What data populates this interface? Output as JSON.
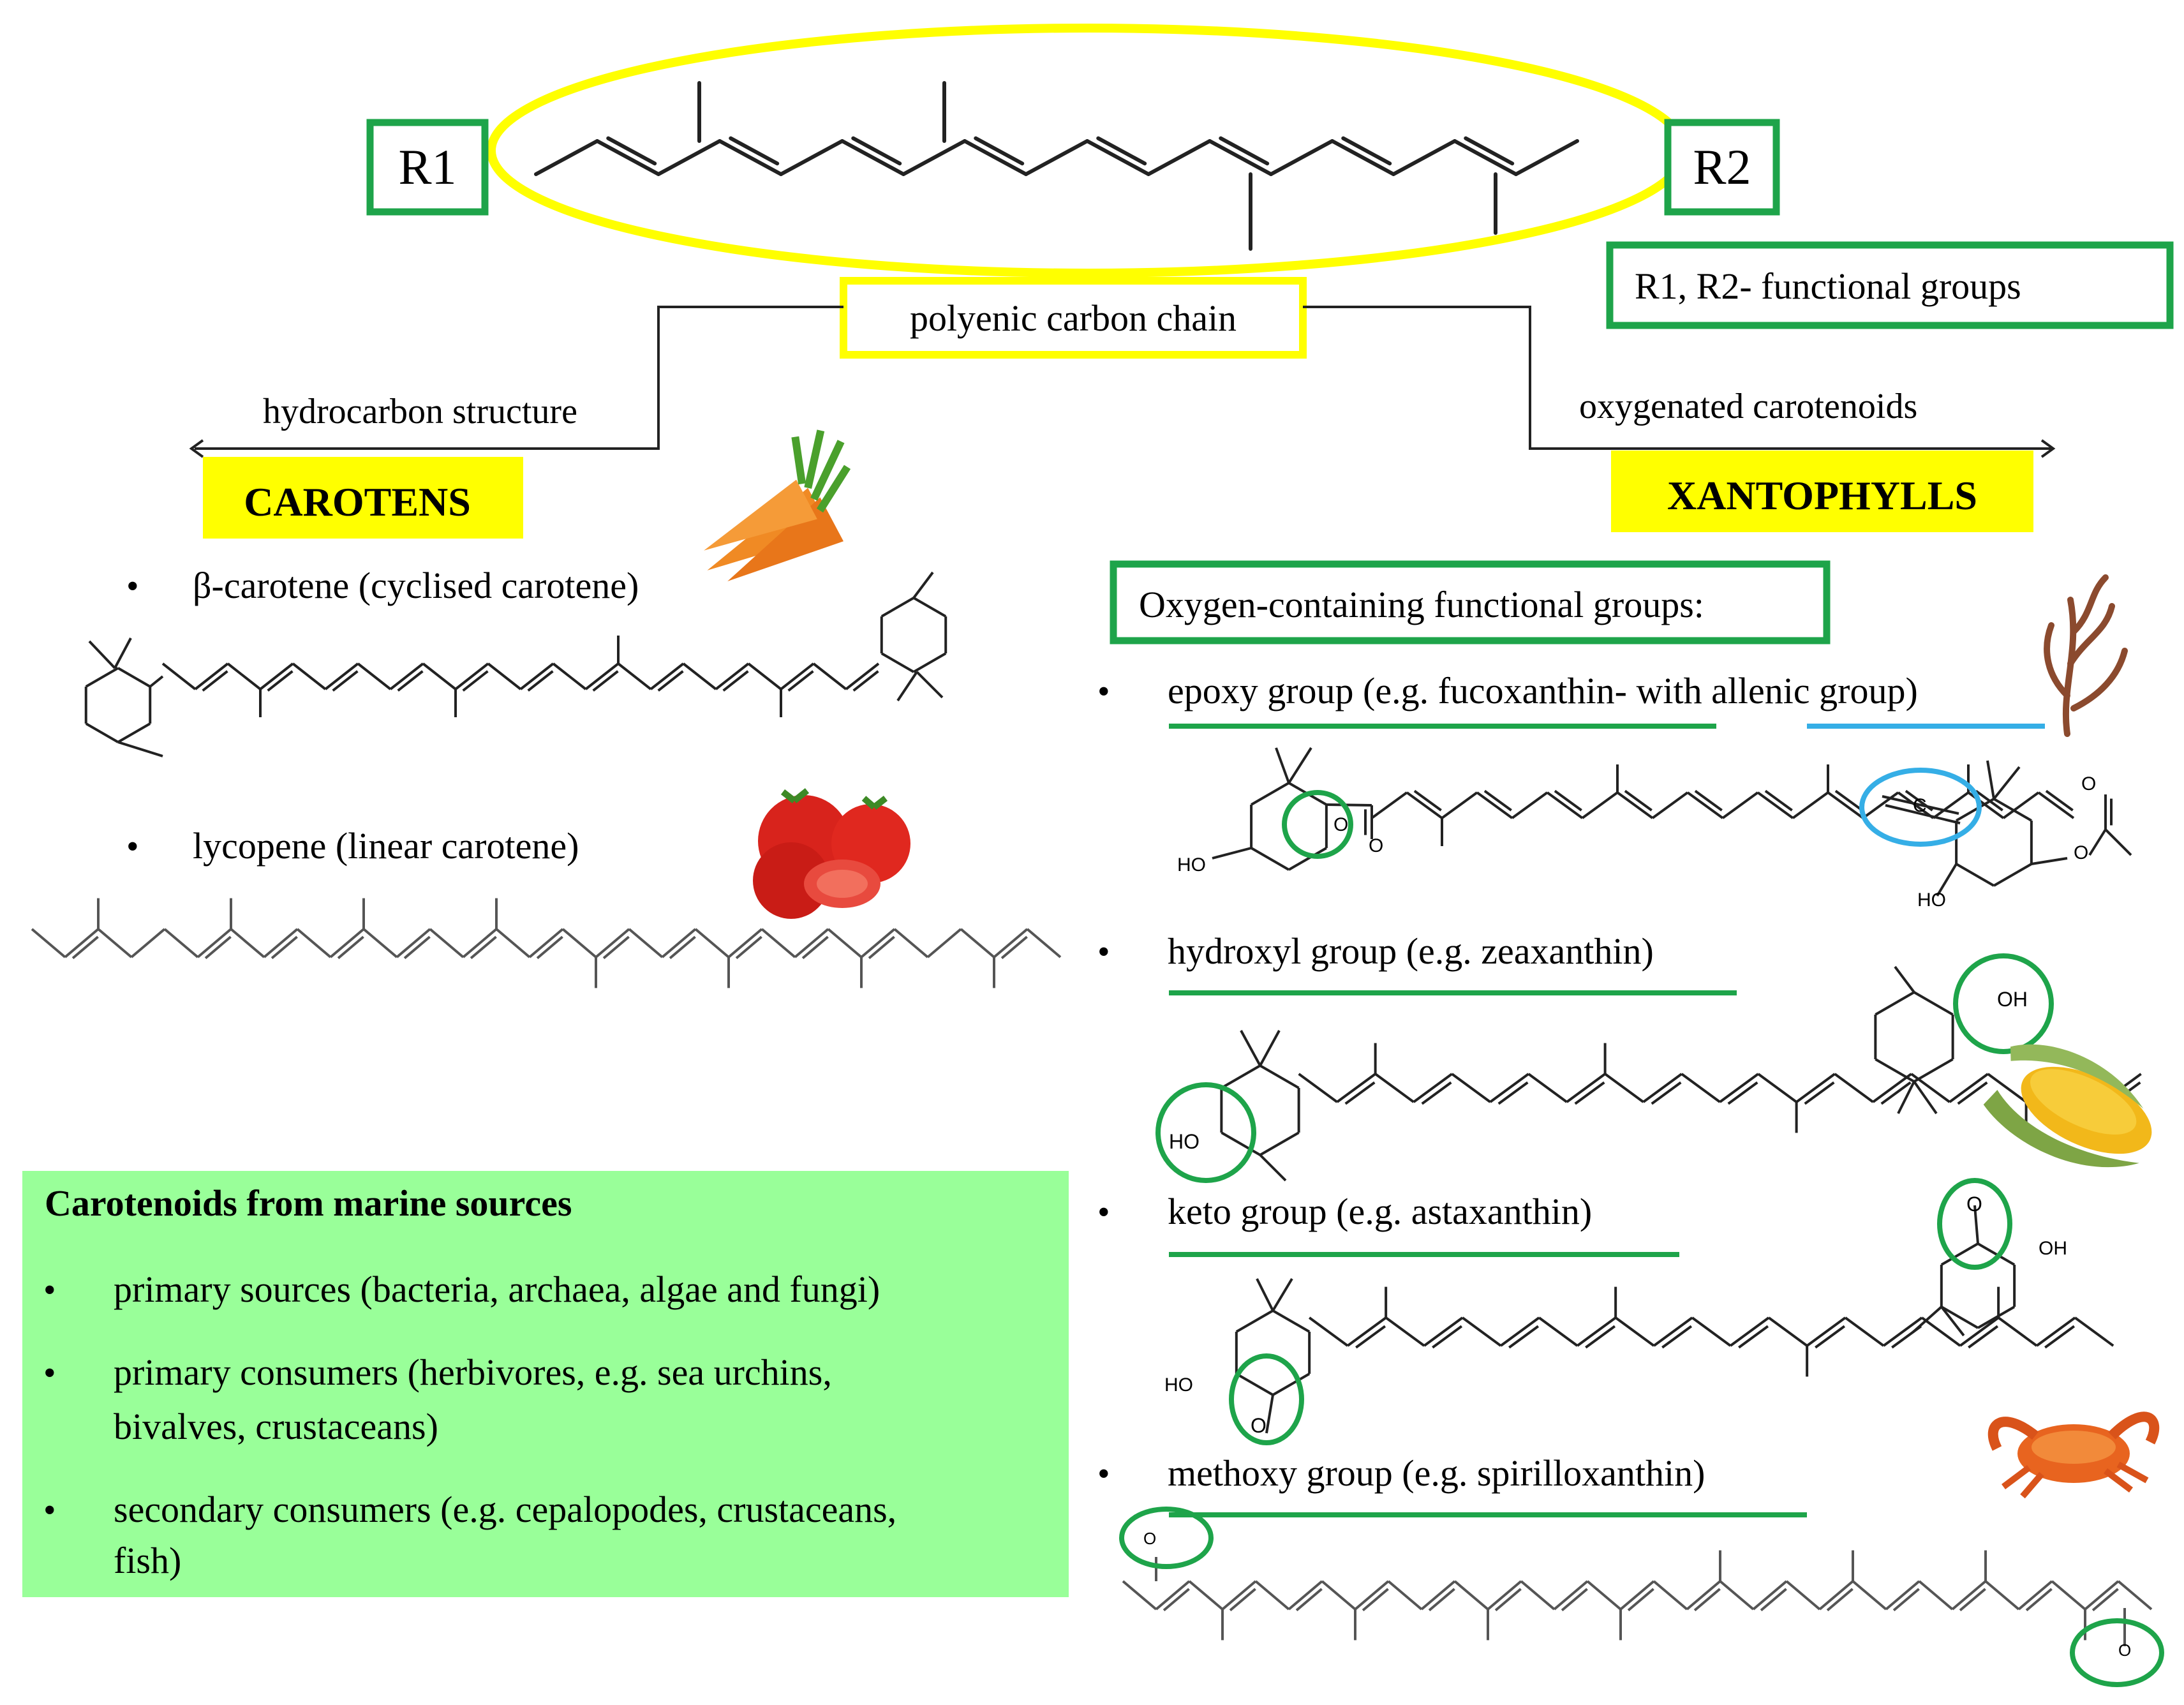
{
  "core": {
    "r1": "R1",
    "r2": "R2",
    "chain_label": "polyenic carbon chain",
    "functional_note": "R1, R2- functional groups"
  },
  "branches": {
    "left_label": "hydrocarbon structure",
    "right_label": "oxygenated carotenoids"
  },
  "carotens": {
    "title": "CAROTENS",
    "items": [
      "β-carotene (cyclised carotene)",
      "lycopene (linear carotene)"
    ]
  },
  "xantophylls": {
    "title": "XANTOPHYLLS",
    "groups_title": "Oxygen-containing functional groups:",
    "epoxy_lead": "epoxy group (e.g. fucoxanthin- with ",
    "epoxy_allenic": "allenic group)",
    "hydroxyl": "hydroxyl group (e.g. zeaxanthin)",
    "keto": "keto group (e.g. astaxanthin)",
    "methoxy": "methoxy group (e.g. spirilloxanthin)"
  },
  "marine": {
    "title": "Carotenoids from marine sources",
    "items": [
      [
        "primary sources (bacteria, archaea, algae and fungi)"
      ],
      [
        "primary consumers (herbivores, e.g. sea urchins,",
        "bivalves, crustaceans)"
      ],
      [
        "secondary consumers (e.g. cepalopodes, crustaceans,",
        "fish)"
      ]
    ]
  },
  "atoms": {
    "ho": "HO",
    "oh": "OH",
    "o": "O",
    "c": "C"
  },
  "bullet": "•",
  "colors": {
    "yellow": "#ffff00",
    "green_box": "#1ea44a",
    "blue": "#35aee6",
    "marine_bg": "#99ff99",
    "bond": "#222222"
  },
  "icons": [
    "carrot-icon",
    "tomato-icon",
    "seaweed-icon",
    "corn-icon",
    "crab-icon"
  ]
}
